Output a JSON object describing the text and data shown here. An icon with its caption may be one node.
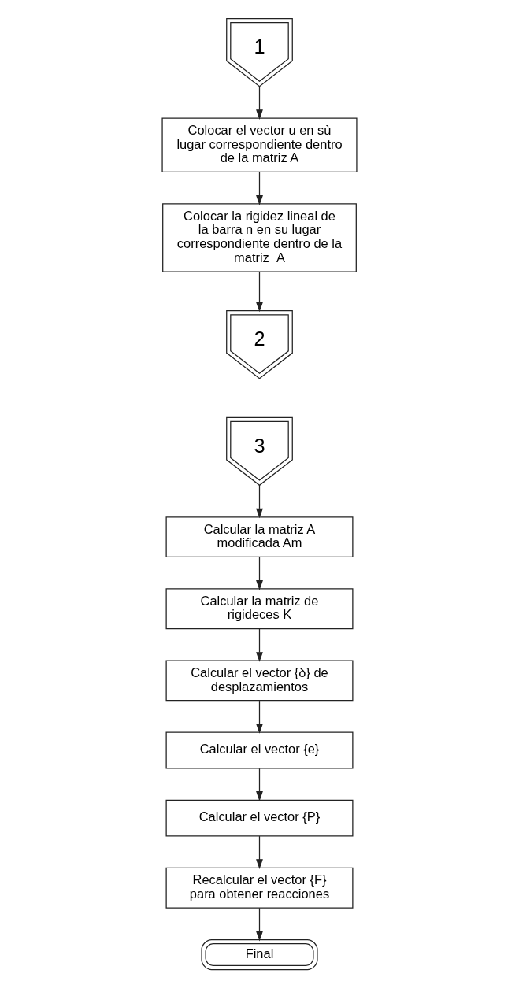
{
  "diagram": {
    "nodes": [
      {
        "text": [
          "1"
        ]
      },
      {
        "text": [
          "Colocar el vector u en sù lugar correspondiente dentro de la matriz A"
        ]
      },
      {
        "text": [
          "Colocar la rigidez lineal de la barra n en su lugar correspondiente dentro de la matriz  A"
        ]
      },
      {
        "text": [
          "2"
        ]
      },
      {
        "text": [
          "3"
        ]
      },
      {
        "text": [
          "Calcular la matriz A modificada Am"
        ]
      },
      {
        "text": [
          "Calcular la matriz de rigideces K"
        ]
      },
      {
        "text": [
          "Calcular el vector {δ} de desplazamientos"
        ]
      },
      {
        "text": [
          "Calcular el vector {e}"
        ]
      },
      {
        "text": [
          "Calcular el vector {P}"
        ]
      },
      {
        "text": [
          "Recalcular el vector {F} para obtener reacciones"
        ]
      },
      {
        "text": [
          "Final"
        ]
      }
    ],
    "edges": [
      {
        "from": 0,
        "to": 1,
        "arrow": "to"
      },
      {
        "from": 1,
        "to": 2,
        "arrow": "to"
      },
      {
        "from": 2,
        "to": 3,
        "arrow": "to"
      },
      {
        "from": 4,
        "to": 5,
        "arrow": "to"
      },
      {
        "from": 5,
        "to": 6,
        "arrow": "to"
      },
      {
        "from": 6,
        "to": 7,
        "arrow": "to"
      },
      {
        "from": 7,
        "to": 8,
        "arrow": "to"
      },
      {
        "from": 8,
        "to": 9,
        "arrow": "to"
      },
      {
        "from": 9,
        "to": 10,
        "arrow": "to"
      },
      {
        "from": 10,
        "to": 11,
        "arrow": "to"
      }
    ]
  }
}
